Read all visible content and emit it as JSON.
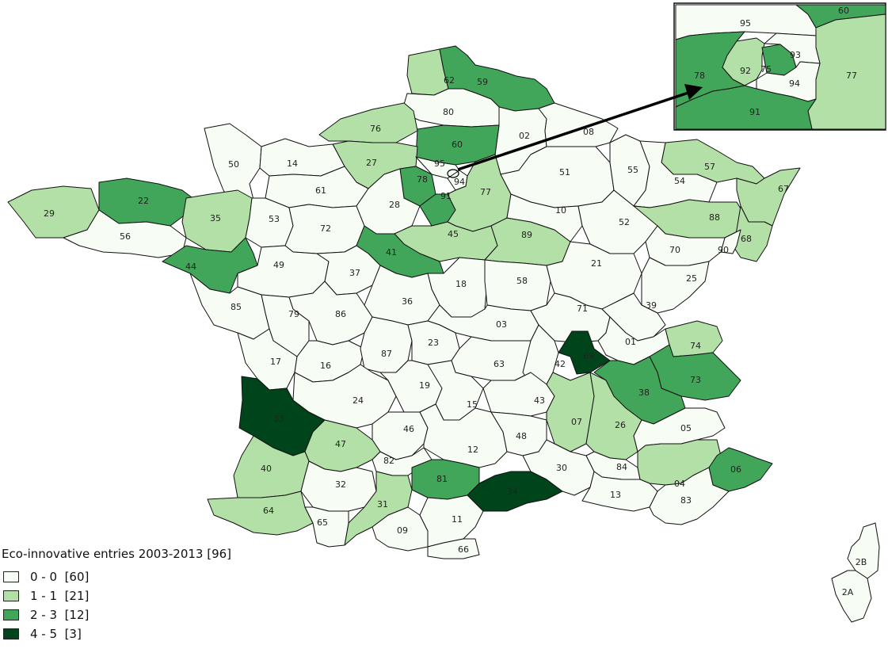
{
  "legend": {
    "title": "Eco-innovative entries 2003-2013 [96]",
    "classes": [
      {
        "label": "0 - 0  [60]",
        "color": "#f7fcf5"
      },
      {
        "label": "1 - 1  [21]",
        "color": "#b3e0a6"
      },
      {
        "label": "2 - 3  [12]",
        "color": "#41a65a"
      },
      {
        "label": "4 - 5  [3]",
        "color": "#00441b"
      }
    ]
  },
  "departments": [
    {
      "code": "62",
      "cls": 1
    },
    {
      "code": "59",
      "cls": 2
    },
    {
      "code": "80",
      "cls": 0
    },
    {
      "code": "02",
      "cls": 0
    },
    {
      "code": "08",
      "cls": 0
    },
    {
      "code": "76",
      "cls": 1
    },
    {
      "code": "60",
      "cls": 2
    },
    {
      "code": "27",
      "cls": 1
    },
    {
      "code": "50",
      "cls": 0
    },
    {
      "code": "14",
      "cls": 0
    },
    {
      "code": "61",
      "cls": 0
    },
    {
      "code": "95",
      "cls": 0
    },
    {
      "code": "78",
      "cls": 2
    },
    {
      "code": "91",
      "cls": 2
    },
    {
      "code": "94",
      "cls": 0
    },
    {
      "code": "77",
      "cls": 1
    },
    {
      "code": "51",
      "cls": 0
    },
    {
      "code": "55",
      "cls": 0
    },
    {
      "code": "57",
      "cls": 1
    },
    {
      "code": "54",
      "cls": 0
    },
    {
      "code": "67",
      "cls": 1
    },
    {
      "code": "29",
      "cls": 1
    },
    {
      "code": "22",
      "cls": 2
    },
    {
      "code": "35",
      "cls": 1
    },
    {
      "code": "56",
      "cls": 0
    },
    {
      "code": "53",
      "cls": 0
    },
    {
      "code": "72",
      "cls": 0
    },
    {
      "code": "28",
      "cls": 0
    },
    {
      "code": "45",
      "cls": 1
    },
    {
      "code": "89",
      "cls": 1
    },
    {
      "code": "10",
      "cls": 0
    },
    {
      "code": "52",
      "cls": 0
    },
    {
      "code": "88",
      "cls": 1
    },
    {
      "code": "68",
      "cls": 1
    },
    {
      "code": "90",
      "cls": 0
    },
    {
      "code": "70",
      "cls": 0
    },
    {
      "code": "44",
      "cls": 2
    },
    {
      "code": "49",
      "cls": 0
    },
    {
      "code": "41",
      "cls": 2
    },
    {
      "code": "37",
      "cls": 0
    },
    {
      "code": "18",
      "cls": 0
    },
    {
      "code": "58",
      "cls": 0
    },
    {
      "code": "21",
      "cls": 0
    },
    {
      "code": "25",
      "cls": 0
    },
    {
      "code": "85",
      "cls": 0
    },
    {
      "code": "79",
      "cls": 0
    },
    {
      "code": "86",
      "cls": 0
    },
    {
      "code": "36",
      "cls": 0
    },
    {
      "code": "03",
      "cls": 0
    },
    {
      "code": "71",
      "cls": 0
    },
    {
      "code": "39",
      "cls": 0
    },
    {
      "code": "01",
      "cls": 0
    },
    {
      "code": "74",
      "cls": 1
    },
    {
      "code": "17",
      "cls": 0
    },
    {
      "code": "16",
      "cls": 0
    },
    {
      "code": "87",
      "cls": 0
    },
    {
      "code": "23",
      "cls": 0
    },
    {
      "code": "63",
      "cls": 0
    },
    {
      "code": "42",
      "cls": 0
    },
    {
      "code": "69",
      "cls": 3
    },
    {
      "code": "73",
      "cls": 2
    },
    {
      "code": "38",
      "cls": 2
    },
    {
      "code": "33",
      "cls": 3
    },
    {
      "code": "24",
      "cls": 0
    },
    {
      "code": "19",
      "cls": 0
    },
    {
      "code": "15",
      "cls": 0
    },
    {
      "code": "43",
      "cls": 0
    },
    {
      "code": "07",
      "cls": 1
    },
    {
      "code": "26",
      "cls": 1
    },
    {
      "code": "05",
      "cls": 0
    },
    {
      "code": "46",
      "cls": 0
    },
    {
      "code": "47",
      "cls": 1
    },
    {
      "code": "12",
      "cls": 0
    },
    {
      "code": "48",
      "cls": 0
    },
    {
      "code": "40",
      "cls": 1
    },
    {
      "code": "82",
      "cls": 0
    },
    {
      "code": "81",
      "cls": 2
    },
    {
      "code": "34",
      "cls": 3
    },
    {
      "code": "30",
      "cls": 0
    },
    {
      "code": "84",
      "cls": 0
    },
    {
      "code": "04",
      "cls": 1
    },
    {
      "code": "06",
      "cls": 2
    },
    {
      "code": "32",
      "cls": 0
    },
    {
      "code": "31",
      "cls": 1
    },
    {
      "code": "13",
      "cls": 0
    },
    {
      "code": "83",
      "cls": 0
    },
    {
      "code": "64",
      "cls": 1
    },
    {
      "code": "65",
      "cls": 0
    },
    {
      "code": "09",
      "cls": 0
    },
    {
      "code": "11",
      "cls": 0
    },
    {
      "code": "66",
      "cls": 0
    },
    {
      "code": "2B",
      "cls": 0
    },
    {
      "code": "2A",
      "cls": 0
    }
  ],
  "inset": {
    "departments": [
      {
        "code": "95",
        "cls": 0
      },
      {
        "code": "60",
        "cls": 2
      },
      {
        "code": "77",
        "cls": 1
      },
      {
        "code": "78",
        "cls": 2
      },
      {
        "code": "92",
        "cls": 1
      },
      {
        "code": "75",
        "cls": 2
      },
      {
        "code": "93",
        "cls": 0
      },
      {
        "code": "94",
        "cls": 0
      },
      {
        "code": "91",
        "cls": 2
      }
    ]
  }
}
